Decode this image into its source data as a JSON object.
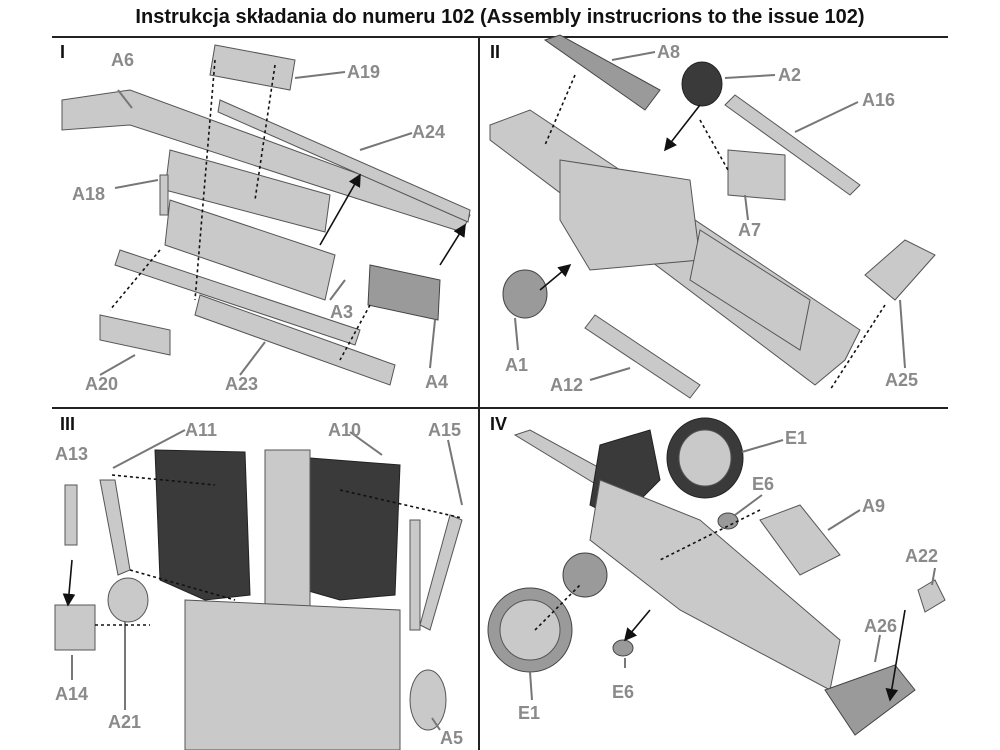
{
  "header": {
    "title": "Instrukcja składania do numeru 102 (Assembly instrucrions to the issue 102)"
  },
  "panels": [
    {
      "number": "I",
      "labels": [
        "A6",
        "A19",
        "A24",
        "A18",
        "A3",
        "A20",
        "A23",
        "A4"
      ]
    },
    {
      "number": "II",
      "labels": [
        "A8",
        "A2",
        "A16",
        "A7",
        "A1",
        "A12",
        "A25"
      ]
    },
    {
      "number": "III",
      "labels": [
        "A13",
        "A11",
        "A10",
        "A15",
        "A14",
        "A21",
        "A5"
      ]
    },
    {
      "number": "IV",
      "labels": [
        "E1",
        "E6",
        "A9",
        "A22",
        "A26",
        "E6",
        "E1"
      ]
    }
  ],
  "colors": {
    "rule": "#222222",
    "label": "#8a8a8a",
    "part_light": "#c9c9c9",
    "part_dark": "#3a3a3a"
  }
}
